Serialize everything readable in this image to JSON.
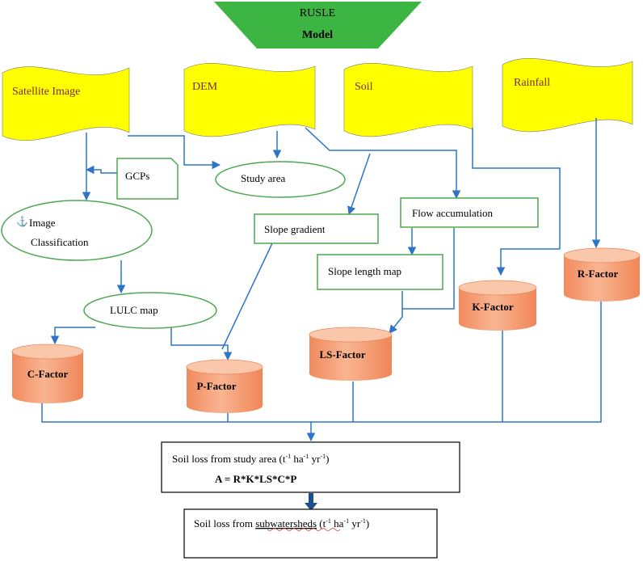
{
  "colors": {
    "model_green": "#3db543",
    "document_yellow": "#ffff00",
    "document_text": "#7a2e1f",
    "arrow_blue": "#2e75c6",
    "outline_green": "#4ca84f",
    "cylinder_orange": "#f4a57c",
    "cylinder_top": "#fbc7ab",
    "text": "#000000"
  },
  "model": {
    "line1": "RUSLE",
    "line2": "Model"
  },
  "inputs": {
    "satellite_image": "Satellite Image",
    "dem": "DEM",
    "soil": "Soil",
    "rainfall": "Rainfall"
  },
  "processes": {
    "gcps": "GCPs",
    "study_area": "Study area",
    "image_line1": "Image",
    "image_line2": "Classification",
    "image_icon": "⚓",
    "lulc_map": "LULC map",
    "slope_gradient": "Slope gradient",
    "flow_accumulation": "Flow accumulation",
    "slope_length_map": "Slope length map"
  },
  "factors": {
    "c_factor": "C-Factor",
    "p_factor": "P-Factor",
    "ls_factor": "LS-Factor",
    "k_factor": "K-Factor",
    "r_factor": "R-Factor"
  },
  "outputs": {
    "soil_loss_study_area": {
      "text": "Soil loss from study area (t",
      "sup1": "-1",
      "mid1": " ha",
      "sup2": "-1",
      "mid2": " yr",
      "sup3": "-1",
      "end": ")"
    },
    "equation": "A = R*K*LS*C*P",
    "soil_loss_subwatersheds": {
      "text_before": "Soil loss from ",
      "underlined": "subwatersheds",
      "text_after": " (t",
      "sup1": "-1",
      "mid1": " ha",
      "sup2": "-1",
      "mid2": " yr",
      "sup3": "-1",
      "end": ")"
    }
  }
}
